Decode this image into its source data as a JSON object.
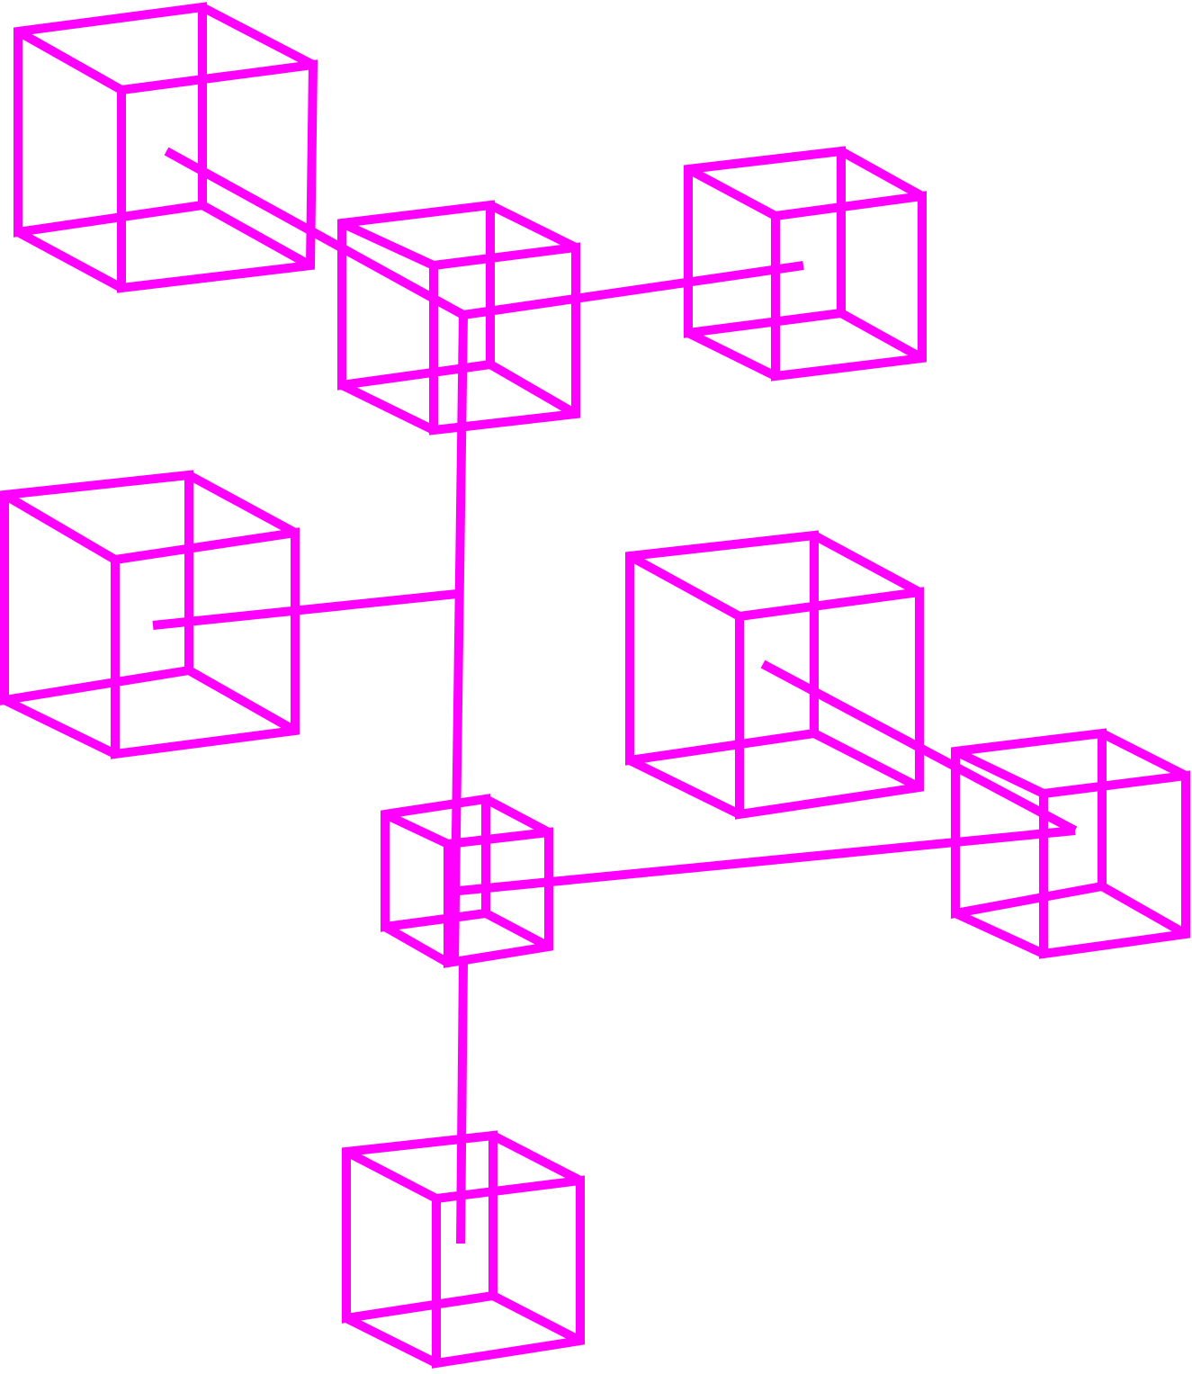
{
  "diagram": {
    "kind": "wireframe cube tree",
    "stroke_color": "#ff00ff",
    "background_color": "#ffffff",
    "labels_visible": false,
    "cubes": [
      {
        "id": "cube-top-left"
      },
      {
        "id": "cube-hub-upper"
      },
      {
        "id": "cube-top-right"
      },
      {
        "id": "cube-middle-left"
      },
      {
        "id": "cube-middle-right"
      },
      {
        "id": "cube-hub-lower"
      },
      {
        "id": "cube-far-right"
      },
      {
        "id": "cube-bottom"
      }
    ],
    "connections": [
      {
        "from": "cube-top-left",
        "to": "cube-hub-upper"
      },
      {
        "from": "cube-hub-upper",
        "to": "cube-top-right"
      },
      {
        "from": "cube-hub-upper",
        "to": "cube-hub-lower"
      },
      {
        "from": "cube-hub-upper",
        "to": "cube-middle-left"
      },
      {
        "from": "cube-hub-lower",
        "to": "cube-far-right"
      },
      {
        "from": "cube-middle-right",
        "to": "cube-far-right"
      },
      {
        "from": "cube-hub-lower",
        "to": "cube-bottom"
      }
    ]
  }
}
